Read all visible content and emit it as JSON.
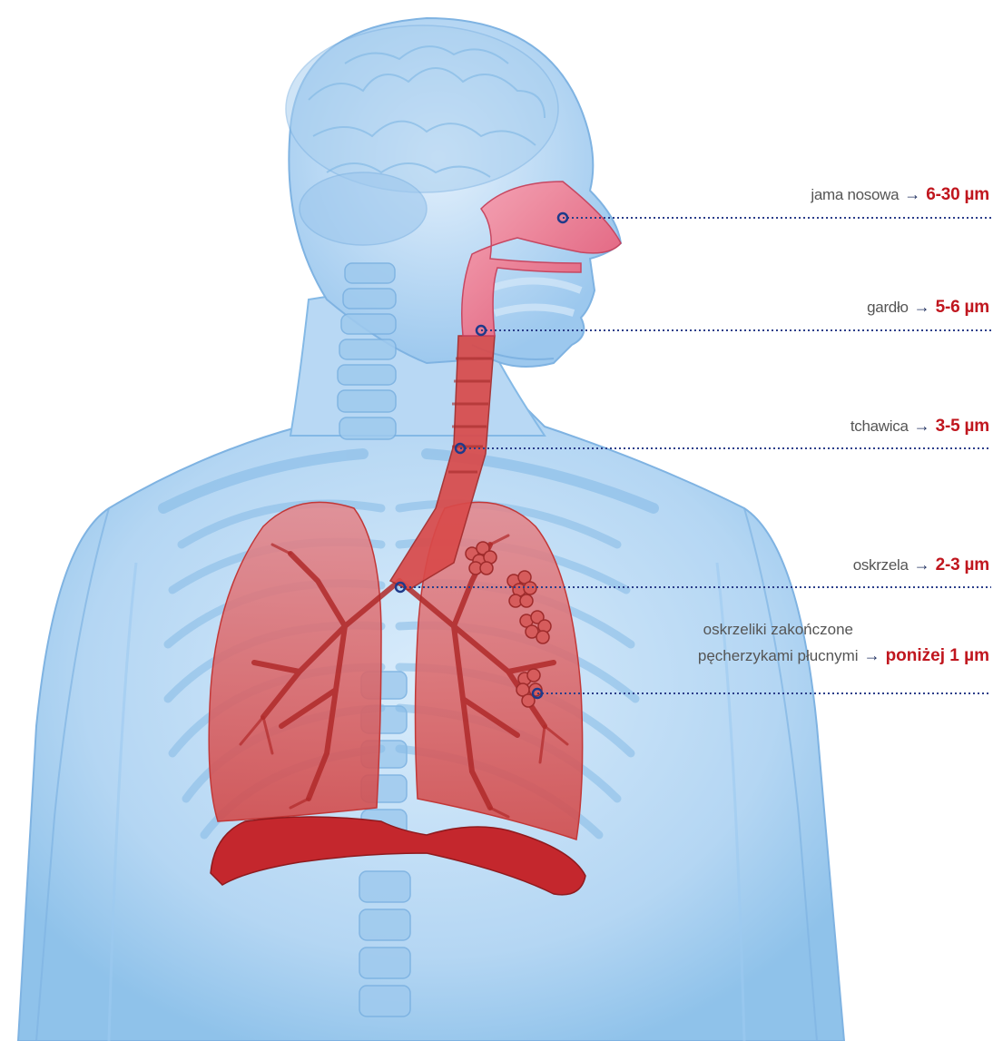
{
  "colors": {
    "accent": "#c0161e",
    "leader": "#2b3e8a",
    "body": "#8fc2ea",
    "organ": "#d8403a"
  },
  "labels": [
    {
      "name": "jama nosowa",
      "arrow": "→",
      "value": "6-30 µm"
    },
    {
      "name": "gardło",
      "arrow": "→",
      "value": "5-6 µm"
    },
    {
      "name": "tchawica",
      "arrow": "→",
      "value": "3-5 µm"
    },
    {
      "name": "oskrzela",
      "arrow": "→",
      "value": "2-3 µm"
    }
  ],
  "alveoli_label": {
    "line1": "oskrzeliki zakończone",
    "line2": "pęcherzykami płucnymi",
    "arrow": "→",
    "value": "poniżej 1 µm"
  }
}
